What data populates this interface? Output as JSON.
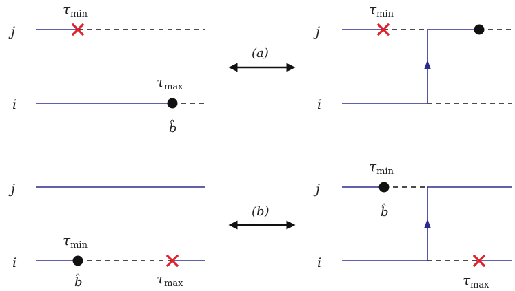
{
  "labels": {
    "row_j": "j",
    "row_i": "i",
    "tau_symbol": "τ",
    "tau_min_sub": "min",
    "tau_max_sub": "max",
    "b_hat": "b̂"
  },
  "moves": {
    "a": "(a)",
    "b": "(b)"
  },
  "colors": {
    "worldline": "#2b2b8f",
    "cross": "#e0202a",
    "dot": "#111111",
    "arrow": "#111111"
  }
}
